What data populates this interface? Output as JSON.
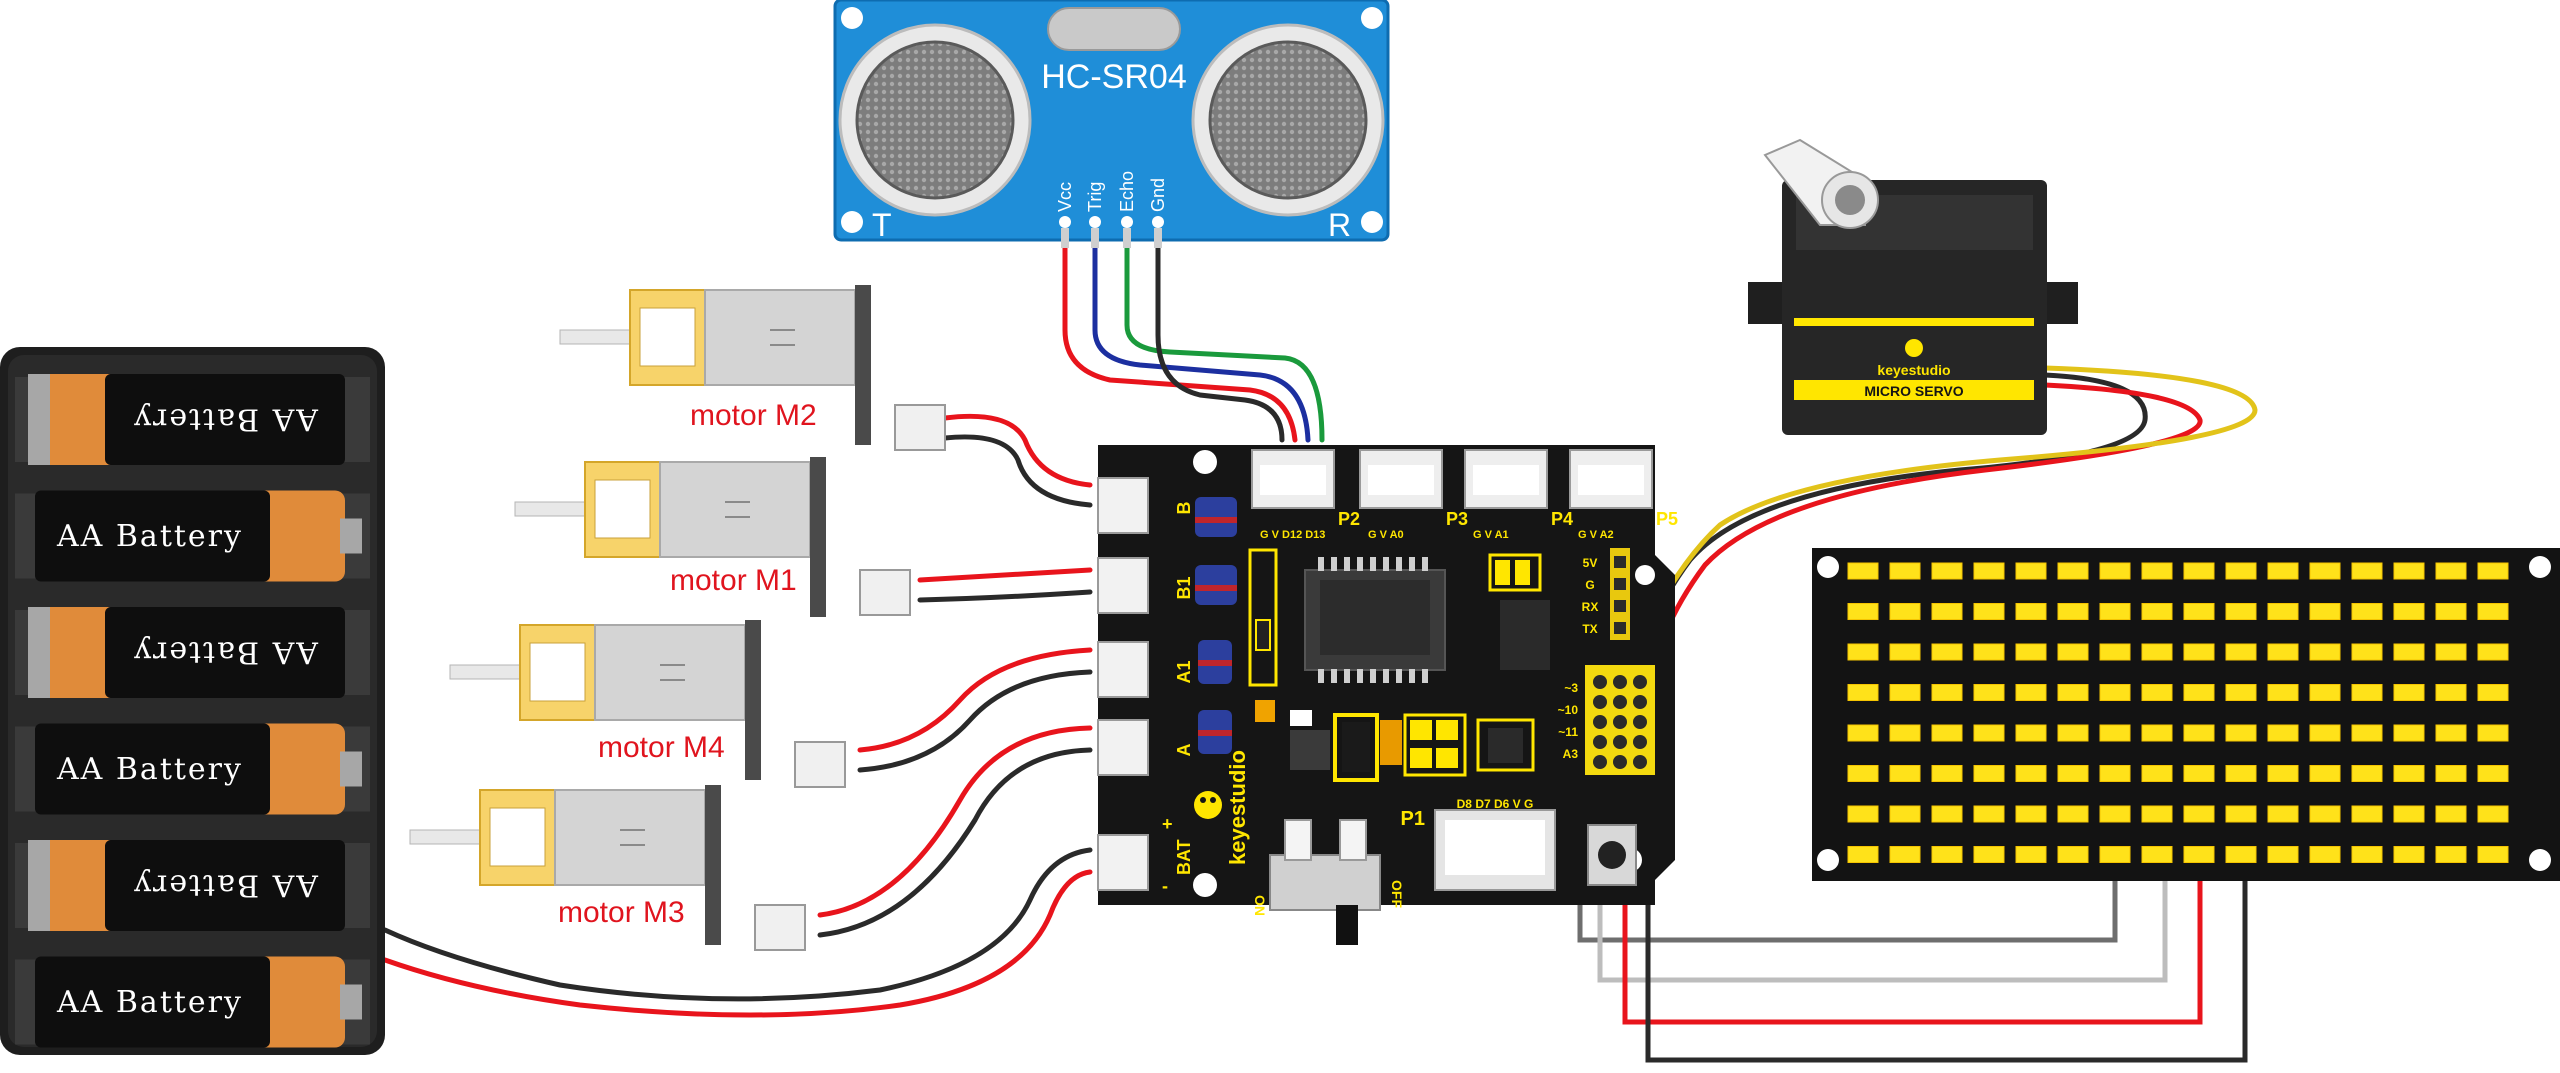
{
  "sensor": {
    "model": "HC-SR04",
    "left_mark": "T",
    "right_mark": "R",
    "pins": [
      "Vcc",
      "Trig",
      "Echo",
      "Gnd"
    ]
  },
  "motors": [
    {
      "id": "m2",
      "label": "motor M2"
    },
    {
      "id": "m1",
      "label": "motor M1"
    },
    {
      "id": "m4",
      "label": "motor M4"
    },
    {
      "id": "m3",
      "label": "motor M3"
    }
  ],
  "battery_pack": {
    "cells": [
      {
        "label": "AA Battery",
        "flipped": true
      },
      {
        "label": "AA Battery",
        "flipped": false
      },
      {
        "label": "AA Battery",
        "flipped": true
      },
      {
        "label": "AA Battery",
        "flipped": false
      },
      {
        "label": "AA Battery",
        "flipped": true
      },
      {
        "label": "AA Battery",
        "flipped": false
      }
    ]
  },
  "board": {
    "brand": "keyestudio",
    "motor_ports": [
      "B",
      "B1",
      "A1",
      "A"
    ],
    "bat_label": "BAT",
    "bat_plus": "+",
    "bat_minus": "-",
    "header_ports": [
      {
        "name": "P2",
        "pins": "G V D12 D13"
      },
      {
        "name": "P3",
        "pins": "G V A0"
      },
      {
        "name": "P4",
        "pins": "G V A1"
      },
      {
        "name": "P5",
        "pins": "G V A2"
      }
    ],
    "p1": {
      "name": "P1",
      "pins": "D8 D7 D6 V G"
    },
    "uart_pins": [
      "5V",
      "G",
      "RX",
      "TX"
    ],
    "side_pins": [
      "~3",
      "~10",
      "~11",
      "A3"
    ],
    "switch_on": "ON",
    "switch_off": "OFF"
  },
  "servo": {
    "brand": "keyestudio",
    "model": "MICRO SERVO"
  },
  "matrix": {
    "rows": 8,
    "cols": 16
  },
  "wire_colors": {
    "red": "#e8141c",
    "black": "#2a2a2a",
    "blue": "#1c2fa0",
    "green": "#1a9a3c",
    "yellow": "#e2c31a",
    "gray": "#6e6e6e",
    "light_gray": "#bdbdbd"
  }
}
